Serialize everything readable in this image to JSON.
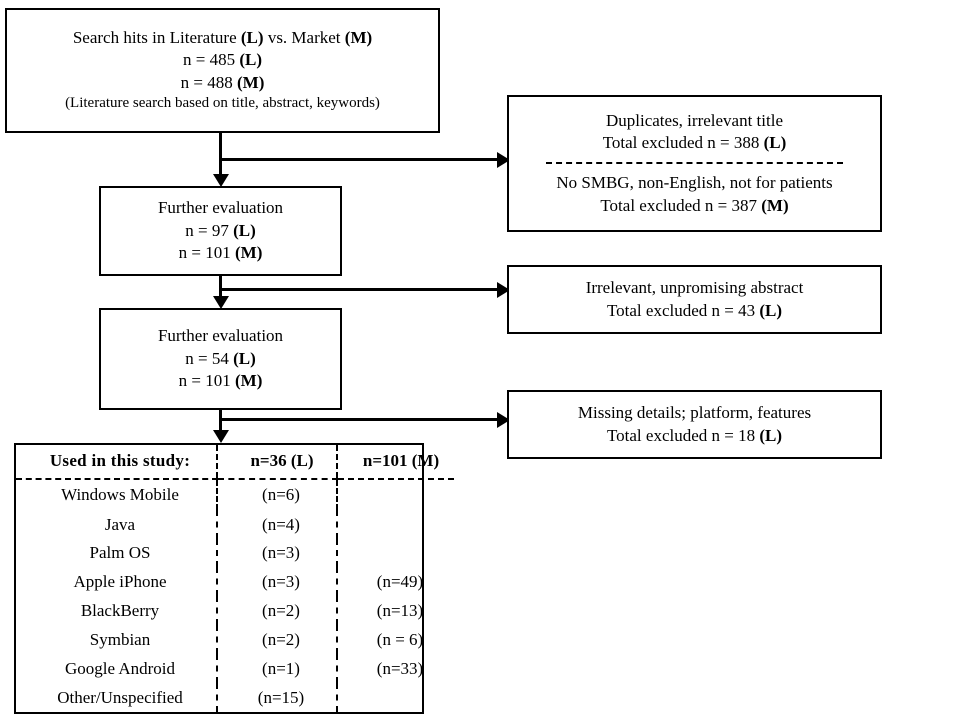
{
  "diagram": {
    "title": "Search hits in Literature (L) vs. Market (M) selection flow",
    "search_box": {
      "heading": "Search hits in Literature (L) vs. Market (M)",
      "line_l": "n = 485 (L)",
      "line_m": "n = 488 (M)",
      "note": "(Literature search based on title, abstract, keywords)"
    },
    "eval_1": {
      "heading": "Further evaluation",
      "line_l": "n = 97 (L)",
      "line_m": "n = 101 (M)"
    },
    "eval_2": {
      "heading": "Further evaluation",
      "line_l": "n = 54 (L)",
      "line_m": "n = 101 (M)"
    },
    "exclusion_1": {
      "reason_l": "Duplicates, irrelevant title",
      "total_l": "Total excluded n = 388 (L)",
      "reason_m": "No SMBG, non-English, not for patients",
      "total_m": "Total excluded n = 387 (M)"
    },
    "exclusion_2": {
      "reason": "Irrelevant, unpromising abstract",
      "total": "Total excluded n = 43 (L)"
    },
    "exclusion_3": {
      "reason": "Missing details; platform, features",
      "total": "Total excluded n = 18 (L)"
    },
    "study_table": {
      "headers": [
        "Used in this study:",
        "n=36 (L)",
        "n=101 (M)"
      ],
      "rows": [
        {
          "platform": "Windows Mobile",
          "literature": "(n=6)",
          "market": ""
        },
        {
          "platform": "Java",
          "literature": "(n=4)",
          "market": ""
        },
        {
          "platform": "Palm OS",
          "literature": "(n=3)",
          "market": ""
        },
        {
          "platform": "Apple iPhone",
          "literature": "(n=3)",
          "market": "(n=49)"
        },
        {
          "platform": "BlackBerry",
          "literature": "(n=2)",
          "market": "(n=13)"
        },
        {
          "platform": "Symbian",
          "literature": "(n=2)",
          "market": "(n = 6)"
        },
        {
          "platform": "Google Android",
          "literature": "(n=1)",
          "market": "(n=33)"
        },
        {
          "platform": "Other/Unspecified",
          "literature": "(n=15)",
          "market": ""
        }
      ]
    },
    "colors": {
      "stroke": "#000000",
      "background": "#ffffff",
      "text": "#000000"
    }
  }
}
